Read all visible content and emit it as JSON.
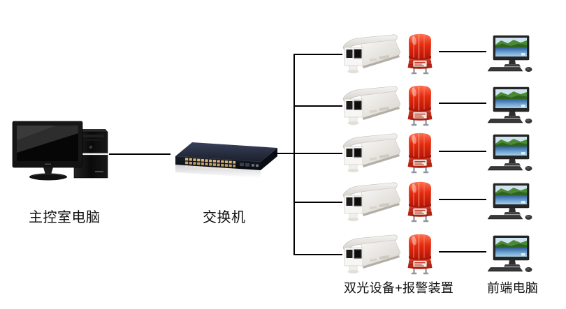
{
  "labels": {
    "main_computer": "主控室电脑",
    "switch": "交换机",
    "dual_device_alarm": "双光设备+报警装置",
    "front_computer": "前端电脑"
  },
  "icons": {
    "main_computer": "desktop-tower-computer-icon",
    "switch": "24-port-network-switch-icon",
    "camera": "dual-lens-camera-icon",
    "alarm": "red-beacon-alarm-icon",
    "front_computer": "all-in-one-computer-icon"
  },
  "topology": {
    "camera_rows": 5
  },
  "colors": {
    "background": "#ffffff",
    "line": "#000000",
    "alarm_red": "#e42b10",
    "camera_body": "#efede9",
    "switch_body": "#171b24",
    "switch_port_tan": "#d8b678",
    "screen_green": "#3f7d2c",
    "screen_blue": "#2e5d9c"
  }
}
